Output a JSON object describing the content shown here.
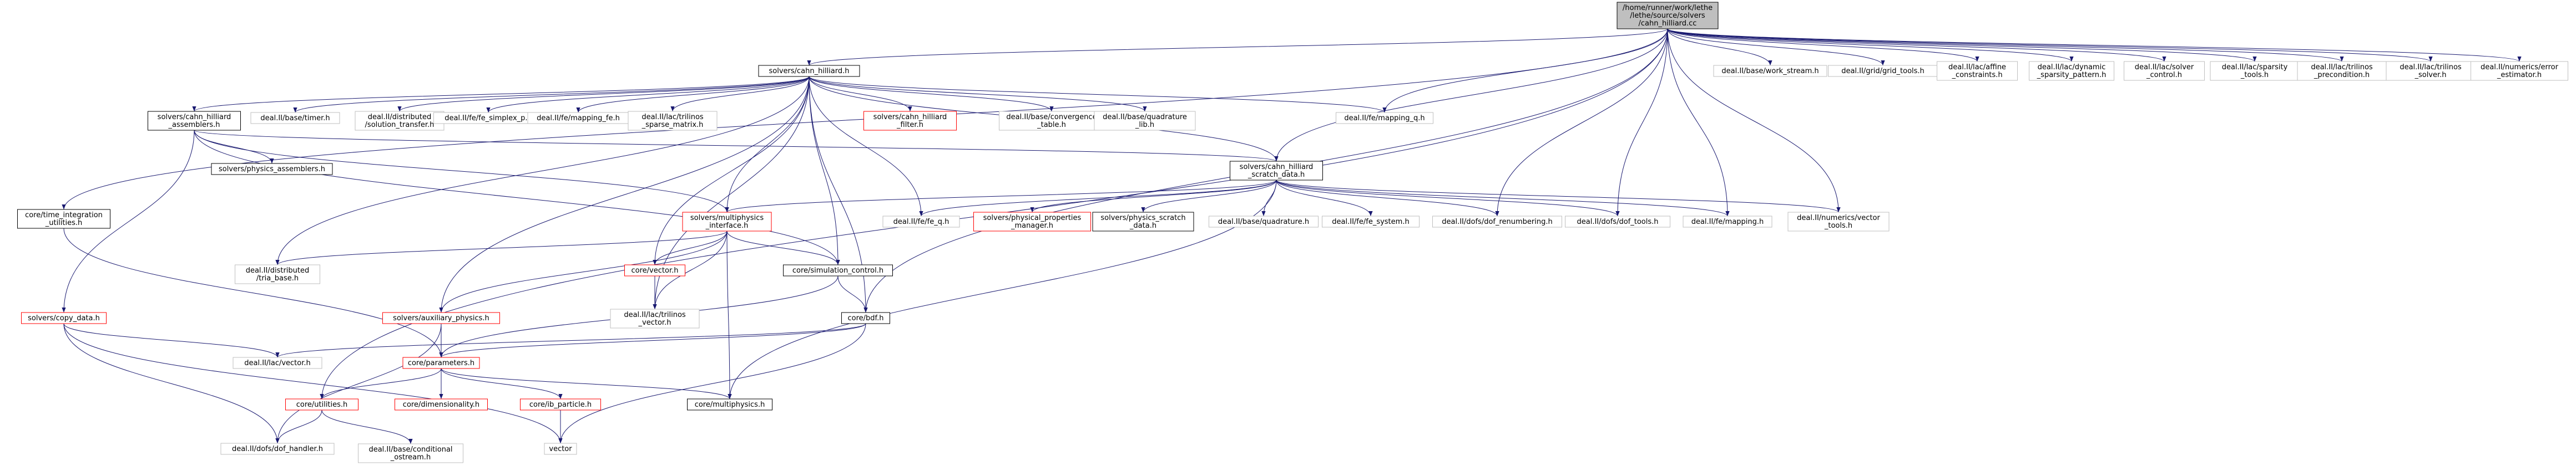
{
  "colors": {
    "edge": "#191970",
    "border_normal": "#000000",
    "border_incomplete": "#ff0000",
    "border_system": "#bfbfbf",
    "root_fill": "#bfbfbf",
    "fill": "#ffffff",
    "text": "#000000"
  },
  "nodes": [
    {
      "id": "root",
      "lines": [
        "/home/runner/work/lethe",
        "/lethe/source/solvers",
        "/cahn_hilliard.cc"
      ],
      "kind": "root"
    },
    {
      "id": "ch_h",
      "lines": [
        "solvers/cahn_hilliard.h"
      ],
      "kind": "normal"
    },
    {
      "id": "work_stream",
      "lines": [
        "deal.II/base/work_stream.h"
      ],
      "kind": "system"
    },
    {
      "id": "grid_tools",
      "lines": [
        "deal.II/grid/grid_tools.h"
      ],
      "kind": "system"
    },
    {
      "id": "affine",
      "lines": [
        "deal.II/lac/affine",
        "_constraints.h"
      ],
      "kind": "system"
    },
    {
      "id": "dyn_sparsity",
      "lines": [
        "deal.II/lac/dynamic",
        "_sparsity_pattern.h"
      ],
      "kind": "system"
    },
    {
      "id": "solver_control",
      "lines": [
        "deal.II/lac/solver",
        "_control.h"
      ],
      "kind": "system"
    },
    {
      "id": "sparsity_tools",
      "lines": [
        "deal.II/lac/sparsity",
        "_tools.h"
      ],
      "kind": "system"
    },
    {
      "id": "trilinos_precond",
      "lines": [
        "deal.II/lac/trilinos",
        "_precondition.h"
      ],
      "kind": "system"
    },
    {
      "id": "trilinos_solver",
      "lines": [
        "deal.II/lac/trilinos",
        "_solver.h"
      ],
      "kind": "system"
    },
    {
      "id": "error_est",
      "lines": [
        "deal.II/numerics/error",
        "_estimator.h"
      ],
      "kind": "system"
    },
    {
      "id": "assemblers",
      "lines": [
        "solvers/cahn_hilliard",
        "_assemblers.h"
      ],
      "kind": "normal"
    },
    {
      "id": "timer",
      "lines": [
        "deal.II/base/timer.h"
      ],
      "kind": "system"
    },
    {
      "id": "sol_transfer",
      "lines": [
        "deal.II/distributed",
        "/solution_transfer.h"
      ],
      "kind": "system"
    },
    {
      "id": "fe_simplex_p",
      "lines": [
        "deal.II/fe/fe_simplex_p.h"
      ],
      "kind": "system"
    },
    {
      "id": "mapping_fe",
      "lines": [
        "deal.II/fe/mapping_fe.h"
      ],
      "kind": "system"
    },
    {
      "id": "trilinos_sparse",
      "lines": [
        "deal.II/lac/trilinos",
        "_sparse_matrix.h"
      ],
      "kind": "system"
    },
    {
      "id": "ch_filter",
      "lines": [
        "solvers/cahn_hilliard",
        "_filter.h"
      ],
      "kind": "incomplete"
    },
    {
      "id": "conv_table",
      "lines": [
        "deal.II/base/convergence",
        "_table.h"
      ],
      "kind": "system"
    },
    {
      "id": "quad_lib",
      "lines": [
        "deal.II/base/quadrature",
        "_lib.h"
      ],
      "kind": "system"
    },
    {
      "id": "mapping_q",
      "lines": [
        "deal.II/fe/mapping_q.h"
      ],
      "kind": "system"
    },
    {
      "id": "time_int",
      "lines": [
        "core/time_integration",
        "_utilities.h"
      ],
      "kind": "normal"
    },
    {
      "id": "phys_assemblers",
      "lines": [
        "solvers/physics_assemblers.h"
      ],
      "kind": "normal"
    },
    {
      "id": "scratch",
      "lines": [
        "solvers/cahn_hilliard",
        "_scratch_data.h"
      ],
      "kind": "normal"
    },
    {
      "id": "multiphysics_if",
      "lines": [
        "solvers/multiphysics",
        "_interface.h"
      ],
      "kind": "incomplete"
    },
    {
      "id": "fe_q",
      "lines": [
        "deal.II/fe/fe_q.h"
      ],
      "kind": "system"
    },
    {
      "id": "phys_prop",
      "lines": [
        "solvers/physical_properties",
        "_manager.h"
      ],
      "kind": "incomplete"
    },
    {
      "id": "phys_scratch",
      "lines": [
        "solvers/physics_scratch",
        "_data.h"
      ],
      "kind": "normal"
    },
    {
      "id": "quadrature",
      "lines": [
        "deal.II/base/quadrature.h"
      ],
      "kind": "system"
    },
    {
      "id": "fe_system",
      "lines": [
        "deal.II/fe/fe_system.h"
      ],
      "kind": "system"
    },
    {
      "id": "dof_renum",
      "lines": [
        "deal.II/dofs/dof_renumbering.h"
      ],
      "kind": "system"
    },
    {
      "id": "dof_tools",
      "lines": [
        "deal.II/dofs/dof_tools.h"
      ],
      "kind": "system"
    },
    {
      "id": "mapping",
      "lines": [
        "deal.II/fe/mapping.h"
      ],
      "kind": "system"
    },
    {
      "id": "vector_tools",
      "lines": [
        "deal.II/numerics/vector",
        "_tools.h"
      ],
      "kind": "system"
    },
    {
      "id": "tria_base",
      "lines": [
        "deal.II/distributed",
        "/tria_base.h"
      ],
      "kind": "system"
    },
    {
      "id": "core_vector",
      "lines": [
        "core/vector.h"
      ],
      "kind": "incomplete"
    },
    {
      "id": "sim_control",
      "lines": [
        "core/simulation_control.h"
      ],
      "kind": "normal"
    },
    {
      "id": "trilinos_vector",
      "lines": [
        "deal.II/lac/trilinos",
        "_vector.h"
      ],
      "kind": "system"
    },
    {
      "id": "copy_data",
      "lines": [
        "solvers/copy_data.h"
      ],
      "kind": "incomplete"
    },
    {
      "id": "aux_physics",
      "lines": [
        "solvers/auxiliary_physics.h"
      ],
      "kind": "incomplete"
    },
    {
      "id": "bdf",
      "lines": [
        "core/bdf.h"
      ],
      "kind": "normal"
    },
    {
      "id": "lac_vector",
      "lines": [
        "deal.II/lac/vector.h"
      ],
      "kind": "system"
    },
    {
      "id": "parameters",
      "lines": [
        "core/parameters.h"
      ],
      "kind": "incomplete"
    },
    {
      "id": "utilities",
      "lines": [
        "core/utilities.h"
      ],
      "kind": "incomplete"
    },
    {
      "id": "dimensionality",
      "lines": [
        "core/dimensionality.h"
      ],
      "kind": "incomplete"
    },
    {
      "id": "ib_particle",
      "lines": [
        "core/ib_particle.h"
      ],
      "kind": "incomplete"
    },
    {
      "id": "multiphysics",
      "lines": [
        "core/multiphysics.h"
      ],
      "kind": "normal"
    },
    {
      "id": "dof_handler",
      "lines": [
        "deal.II/dofs/dof_handler.h"
      ],
      "kind": "system"
    },
    {
      "id": "cond_ostream",
      "lines": [
        "deal.II/base/conditional",
        "_ostream.h"
      ],
      "kind": "system"
    },
    {
      "id": "vector_std",
      "lines": [
        "vector"
      ],
      "kind": "system"
    }
  ],
  "edges": [
    [
      "root",
      "ch_h"
    ],
    [
      "root",
      "work_stream"
    ],
    [
      "root",
      "grid_tools"
    ],
    [
      "root",
      "affine"
    ],
    [
      "root",
      "dyn_sparsity"
    ],
    [
      "root",
      "solver_control"
    ],
    [
      "root",
      "sparsity_tools"
    ],
    [
      "root",
      "trilinos_precond"
    ],
    [
      "root",
      "trilinos_solver"
    ],
    [
      "root",
      "error_est"
    ],
    [
      "root",
      "time_int"
    ],
    [
      "root",
      "scratch"
    ],
    [
      "root",
      "mapping_q"
    ],
    [
      "root",
      "dof_renum"
    ],
    [
      "root",
      "dof_tools"
    ],
    [
      "root",
      "mapping"
    ],
    [
      "root",
      "vector_tools"
    ],
    [
      "root",
      "bdf"
    ],
    [
      "root",
      "utilities"
    ],
    [
      "ch_h",
      "assemblers"
    ],
    [
      "ch_h",
      "timer"
    ],
    [
      "ch_h",
      "sol_transfer"
    ],
    [
      "ch_h",
      "fe_simplex_p"
    ],
    [
      "ch_h",
      "mapping_fe"
    ],
    [
      "ch_h",
      "trilinos_sparse"
    ],
    [
      "ch_h",
      "ch_filter"
    ],
    [
      "ch_h",
      "conv_table"
    ],
    [
      "ch_h",
      "quad_lib"
    ],
    [
      "ch_h",
      "mapping_q"
    ],
    [
      "ch_h",
      "scratch"
    ],
    [
      "ch_h",
      "multiphysics_if"
    ],
    [
      "ch_h",
      "fe_q"
    ],
    [
      "ch_h",
      "tria_base"
    ],
    [
      "ch_h",
      "core_vector"
    ],
    [
      "ch_h",
      "sim_control"
    ],
    [
      "ch_h",
      "trilinos_vector"
    ],
    [
      "ch_h",
      "aux_physics"
    ],
    [
      "ch_h",
      "bdf"
    ],
    [
      "assemblers",
      "phys_assemblers"
    ],
    [
      "assemblers",
      "copy_data"
    ],
    [
      "assemblers",
      "scratch"
    ],
    [
      "assemblers",
      "multiphysics_if"
    ],
    [
      "assemblers",
      "sim_control"
    ],
    [
      "scratch",
      "multiphysics_if"
    ],
    [
      "scratch",
      "fe_q"
    ],
    [
      "scratch",
      "phys_prop"
    ],
    [
      "scratch",
      "phys_scratch"
    ],
    [
      "scratch",
      "quadrature"
    ],
    [
      "scratch",
      "fe_system"
    ],
    [
      "scratch",
      "dof_renum"
    ],
    [
      "scratch",
      "dof_tools"
    ],
    [
      "scratch",
      "mapping"
    ],
    [
      "scratch",
      "vector_tools"
    ],
    [
      "scratch",
      "multiphysics"
    ],
    [
      "multiphysics_if",
      "tria_base"
    ],
    [
      "multiphysics_if",
      "core_vector"
    ],
    [
      "multiphysics_if",
      "sim_control"
    ],
    [
      "multiphysics_if",
      "trilinos_vector"
    ],
    [
      "multiphysics_if",
      "aux_physics"
    ],
    [
      "multiphysics_if",
      "multiphysics"
    ],
    [
      "core_vector",
      "trilinos_vector"
    ],
    [
      "sim_control",
      "bdf"
    ],
    [
      "sim_control",
      "parameters"
    ],
    [
      "time_int",
      "parameters"
    ],
    [
      "copy_data",
      "lac_vector"
    ],
    [
      "copy_data",
      "dof_handler"
    ],
    [
      "copy_data",
      "vector_std"
    ],
    [
      "aux_physics",
      "parameters"
    ],
    [
      "aux_physics",
      "dof_handler"
    ],
    [
      "bdf",
      "lac_vector"
    ],
    [
      "bdf",
      "parameters"
    ],
    [
      "bdf",
      "vector_std"
    ],
    [
      "parameters",
      "utilities"
    ],
    [
      "parameters",
      "dimensionality"
    ],
    [
      "parameters",
      "ib_particle"
    ],
    [
      "parameters",
      "multiphysics"
    ],
    [
      "utilities",
      "dof_handler"
    ],
    [
      "utilities",
      "cond_ostream"
    ],
    [
      "ib_particle",
      "vector_std"
    ]
  ]
}
